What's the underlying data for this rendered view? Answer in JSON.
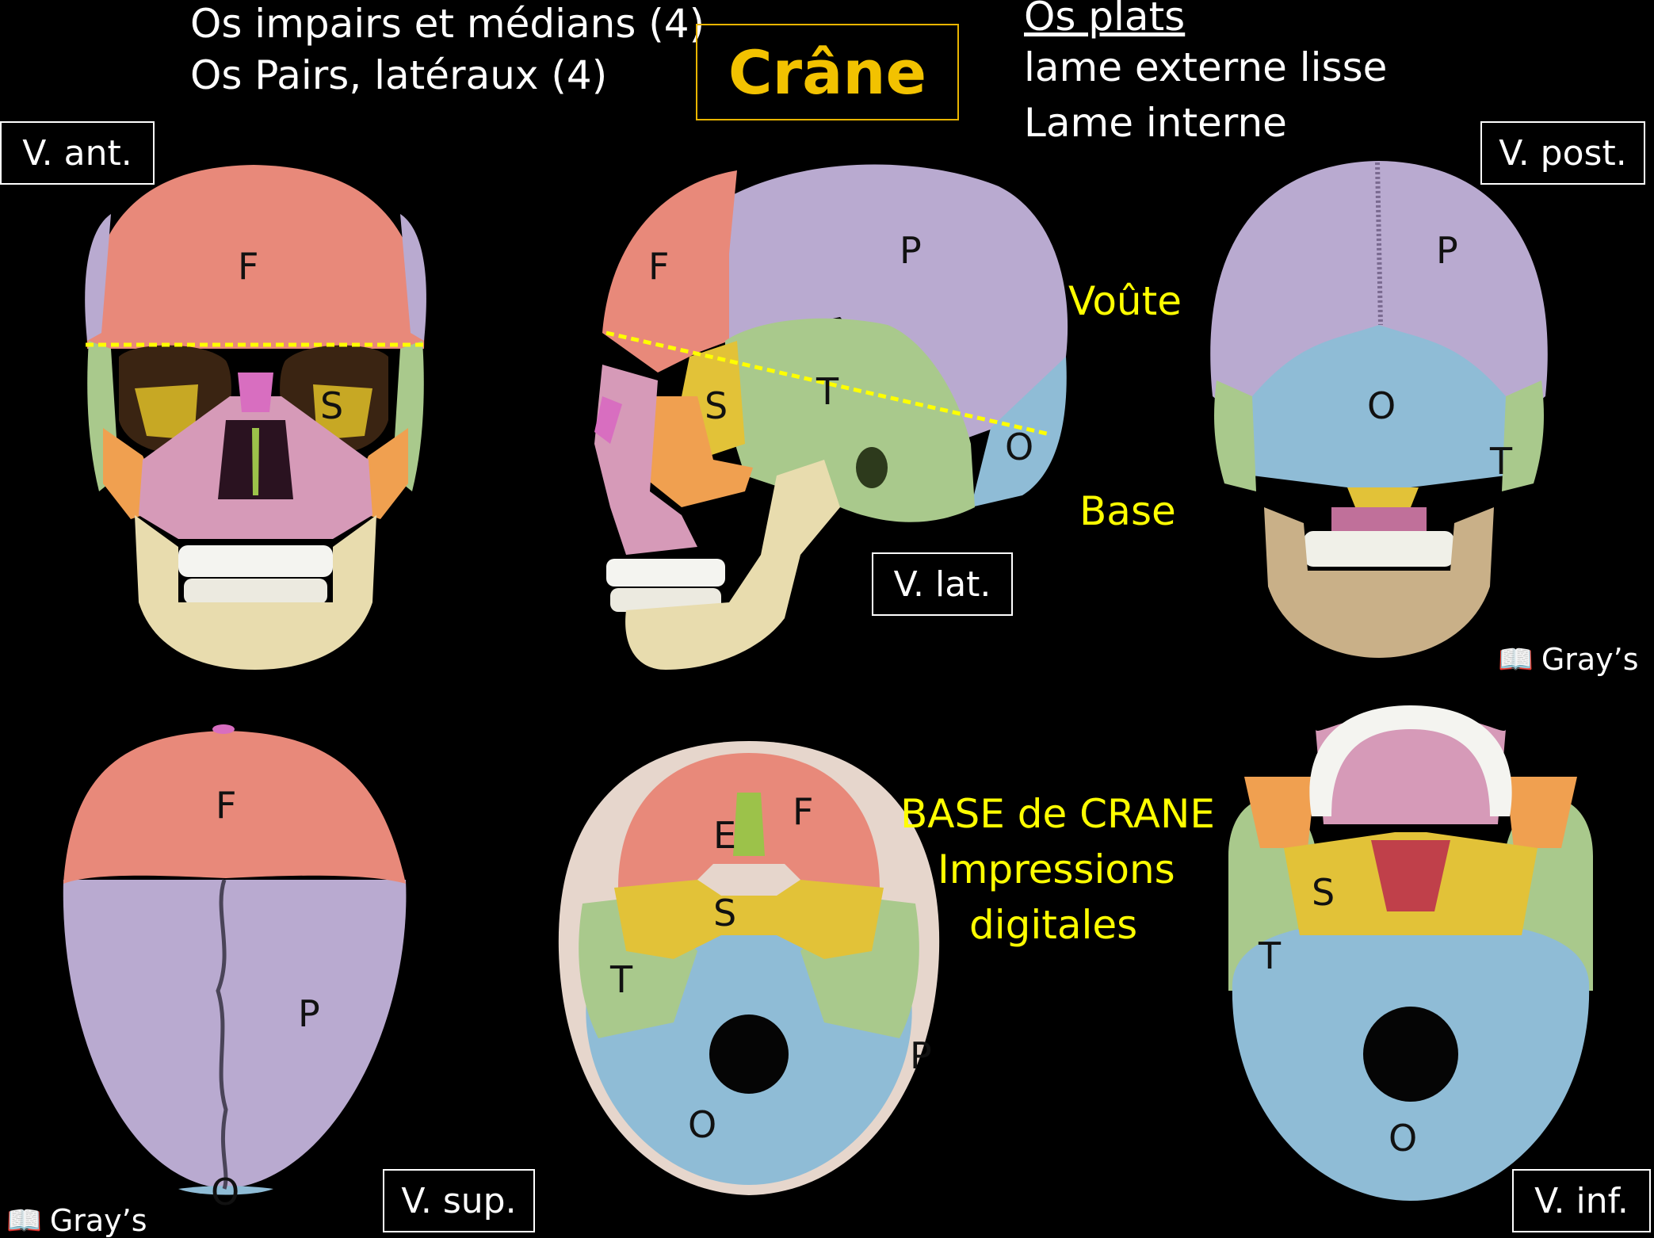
{
  "header": {
    "line1": "Os impairs et médians (4)",
    "line2": "Os Pairs, latéraux (4)",
    "title": "Crâne",
    "right_heading": "Os plats",
    "right_line1": "lame externe lisse",
    "right_line2": "Lame interne"
  },
  "views": {
    "anterior": "V. ant.",
    "lateral": "V. lat.",
    "posterior": "V. post.",
    "superior": "V. sup.",
    "inferior": "V. inf."
  },
  "annotations": {
    "voute": "Voûte",
    "base": "Base",
    "base_crane_1": "BASE de CRANE",
    "base_crane_2": "Impressions",
    "base_crane_3": "digitales"
  },
  "source": {
    "label_top": "Gray’s",
    "label_bottom": "Gray’s",
    "icon": "book-icon"
  },
  "bone_labels": {
    "ant_F": "F",
    "ant_S": "S",
    "lat_F": "F",
    "lat_P": "P",
    "lat_S": "S",
    "lat_T": "T",
    "lat_O": "O",
    "post_P": "P",
    "post_O": "O",
    "post_T": "T",
    "sup_F": "F",
    "sup_P": "P",
    "sup_O": "O",
    "int_E": "E",
    "int_F": "F",
    "int_S": "S",
    "int_T": "T",
    "int_P": "P",
    "int_O": "O",
    "inf_S": "S",
    "inf_T": "T",
    "inf_O": "O"
  },
  "colors": {
    "frontal": "#e8897a",
    "parietal": "#b9aad0",
    "temporal": "#a9c98c",
    "occipital": "#8fbcd6",
    "sphenoid": "#e2c238",
    "ethmoid": "#9cc24a",
    "maxilla": "#d69ab8",
    "zygomatic": "#f0a050",
    "mandible": "#e8dcae",
    "nasal": "#d86ec0",
    "teeth": "#f4f4f0",
    "title_border": "#e8b400",
    "highlight_text": "#ffff00"
  }
}
